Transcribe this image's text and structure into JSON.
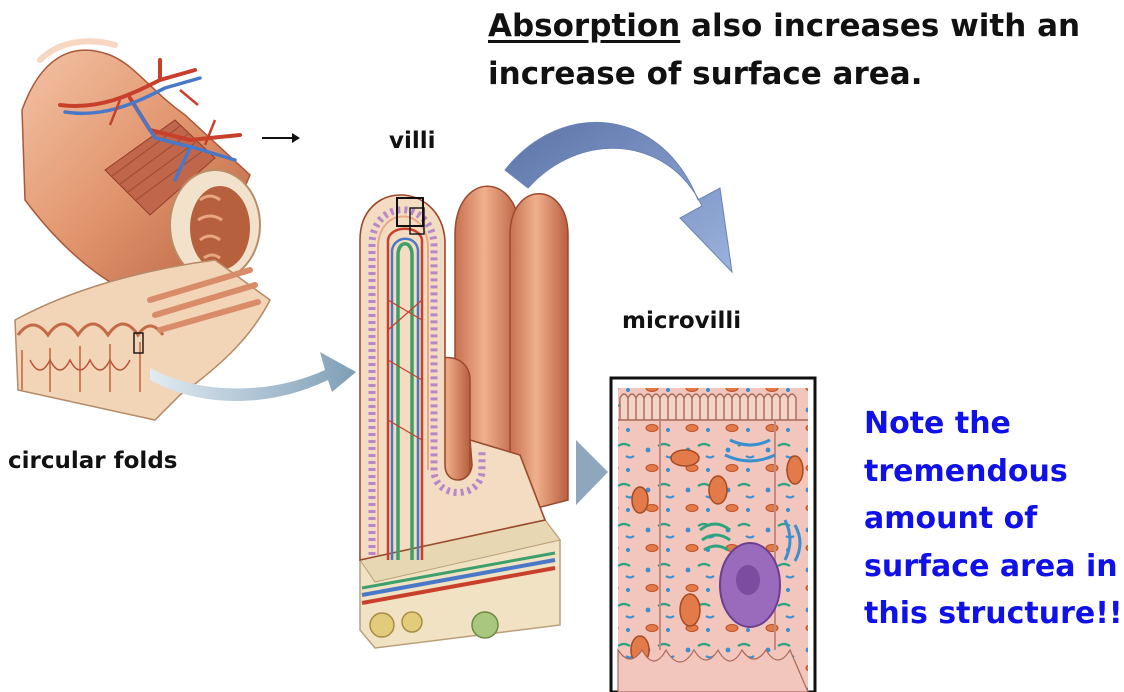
{
  "heading": {
    "underlined_word": "Absorption",
    "rest": " also increases with an increase of surface area."
  },
  "labels": {
    "villi": "villi",
    "microvilli": "microvilli",
    "circular_folds": "circular folds"
  },
  "note": {
    "lines": [
      "Note the",
      "tremendous",
      "amount of",
      "surface area in",
      "this structure!!"
    ]
  },
  "colors": {
    "note_text": "#1010e8",
    "tissue": "#d9906c",
    "vessel_red": "#c8402c",
    "vessel_blue": "#4a78c8",
    "arrow_blue": "#7d98c8"
  }
}
